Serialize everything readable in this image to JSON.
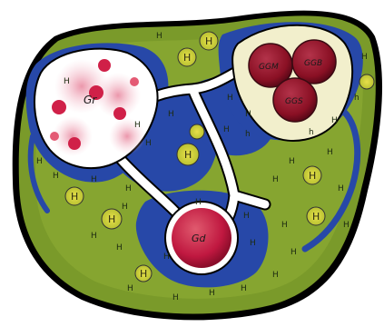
{
  "diagram": {
    "labels": {
      "gr": "Gr",
      "ggm": "GGM",
      "ggb": "GGB",
      "ggs": "GGS",
      "gd": "Gd",
      "h": "h",
      "H": "H"
    }
  }
}
